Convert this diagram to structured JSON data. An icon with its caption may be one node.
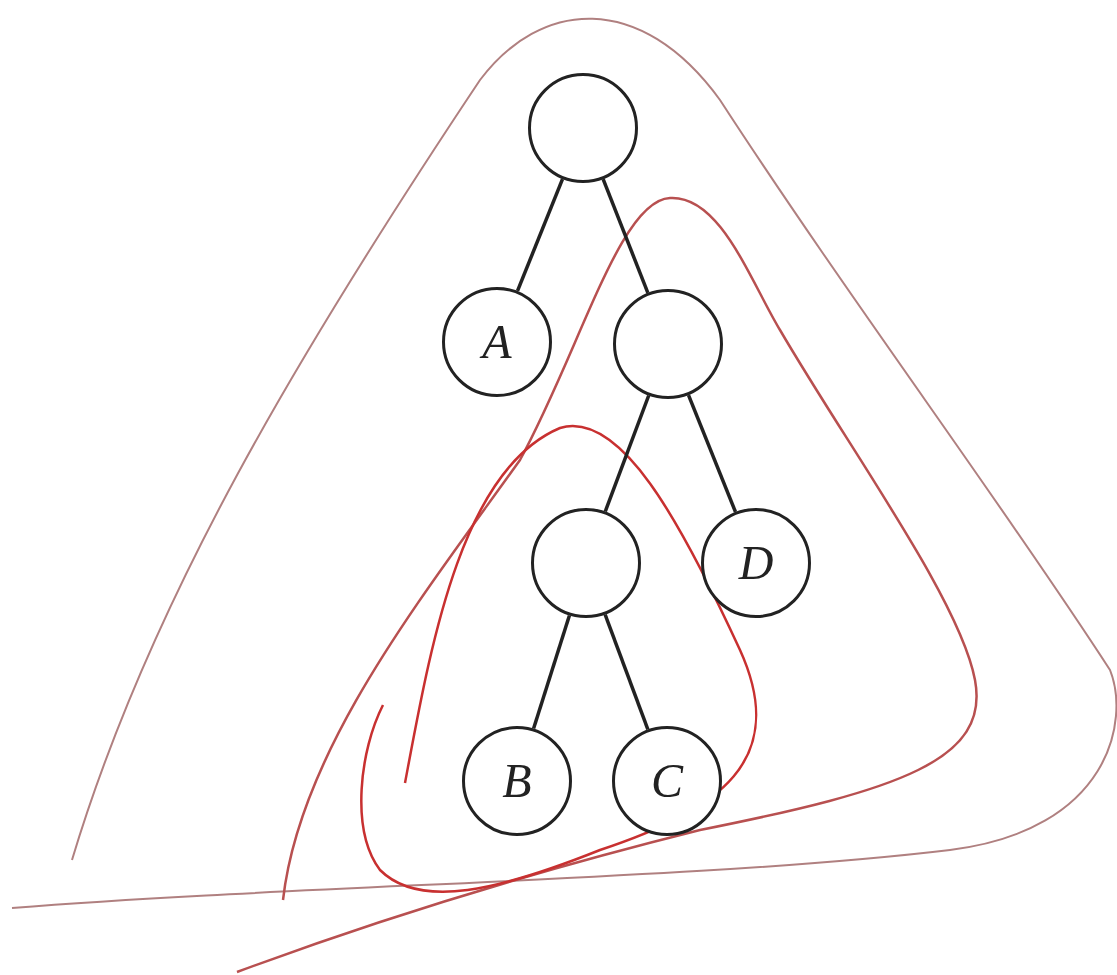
{
  "diagram": {
    "nodes": [
      {
        "text": [],
        "shape": "circle"
      },
      {
        "text": [
          "A"
        ]
      },
      {
        "text": [],
        "shape": "circle"
      },
      {
        "text": [],
        "shape": "circle"
      },
      {
        "text": [
          "D"
        ]
      },
      {
        "text": [
          "B"
        ]
      },
      {
        "text": [
          "C"
        ]
      }
    ],
    "edges": [
      {
        "from": 0,
        "to": 1,
        "arrow": "none"
      },
      {
        "from": 0,
        "to": 2,
        "arrow": "none"
      },
      {
        "from": 2,
        "to": 3,
        "arrow": "none"
      },
      {
        "from": 2,
        "to": 4,
        "arrow": "none"
      },
      {
        "from": 3,
        "to": 5,
        "arrow": "none"
      },
      {
        "from": 3,
        "to": 6,
        "arrow": "none"
      }
    ]
  }
}
